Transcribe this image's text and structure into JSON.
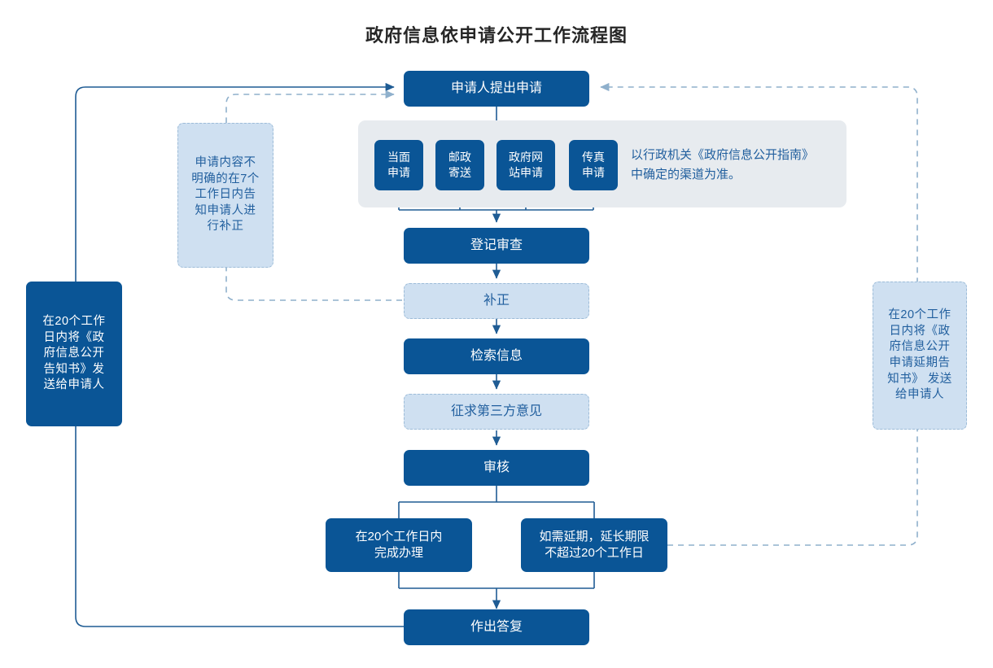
{
  "title": "政府信息依申请公开工作流程图",
  "colors": {
    "dark_blue": "#0a5596",
    "light_blue": "#cfe0f1",
    "band_gray": "#e7ebef",
    "text_blue": "#215f9e",
    "line_blue": "#1f5c94",
    "dashed_blue": "#8fb0cc"
  },
  "nodes": {
    "start": "申请人提出申请",
    "register": "登记审查",
    "supplement": "补正",
    "retrieve": "检索信息",
    "third_party": "征求第三方意见",
    "review": "审核",
    "reply": "作出答复"
  },
  "channels": [
    {
      "label": "当面\n申请"
    },
    {
      "label": "邮政\n寄送"
    },
    {
      "label": "政府网\n站申请"
    },
    {
      "label": "传真\n申请"
    }
  ],
  "channel_note": "以行政机关《政府信息公开指南》\n中确定的渠道为准。",
  "branches": {
    "on_time": "在20个工作日内\n完成办理",
    "extension": "如需延期，延长期限\n不超过20个工作日"
  },
  "annotations": {
    "left_light": "申请内容不\n明确的在7个\n工作日内告\n知申请人进\n行补正",
    "left_dark": "在20个工作\n日内将《政\n府信息公开\n告知书》发\n送给申请人",
    "right_light": "在20个工作\n日内将《政\n府信息公开\n申请延期告\n知书》 发送\n给申请人"
  },
  "chart_data": {
    "type": "diagram",
    "title": "政府信息依申请公开工作流程图",
    "flow": [
      "申请人提出申请",
      "当面申请 / 邮政寄送 / 政府网站申请 / 传真申请",
      "登记审查",
      "补正",
      "检索信息",
      "征求第三方意见",
      "审核",
      "在20个工作日内完成办理 | 如需延期，延长期限不超过20个工作日",
      "作出答复"
    ],
    "feedback_edges": [
      "作出答复 → 申请人提出申请 (实线回路)",
      "补正 → 申请人提出申请 (虚线回路)",
      "如需延期，延长期限不超过20个工作日 → 申请人提出申请 (虚线回路)"
    ]
  }
}
